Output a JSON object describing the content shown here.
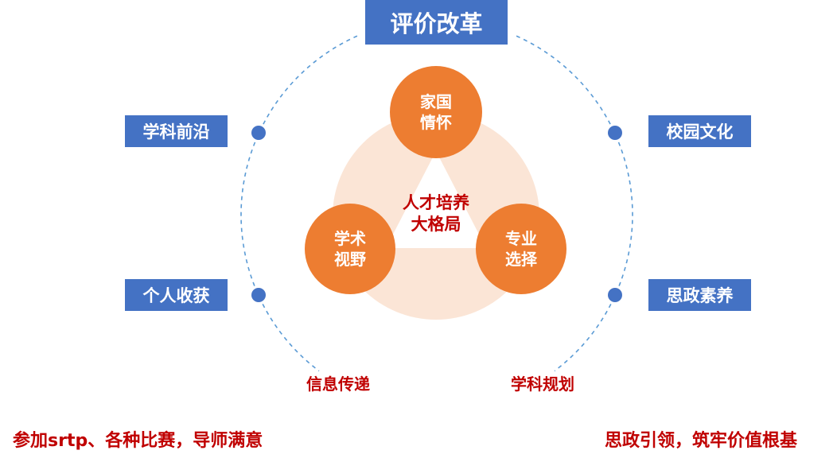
{
  "colors": {
    "blue": "#4472C4",
    "orange": "#ED7D31",
    "peach": "#FBE5D6",
    "red_text": "#C00000",
    "dashed_line": "#5B9BD5",
    "white": "#FFFFFF"
  },
  "title": "评价改革",
  "side_labels": {
    "top_left": "学科前沿",
    "bottom_left": "个人收获",
    "top_right": "校园文化",
    "bottom_right": "思政素养"
  },
  "circles": {
    "top": [
      "家国",
      "情怀"
    ],
    "left": [
      "学术",
      "视野"
    ],
    "right": [
      "专业",
      "选择"
    ]
  },
  "center": [
    "人才培养",
    "大格局"
  ],
  "arc_labels": {
    "left": "信息传递",
    "right": "学科规划"
  },
  "footer": {
    "left": "参加srtp、各种比赛，导师满意",
    "right": "思政引领，筑牢价值根基"
  }
}
